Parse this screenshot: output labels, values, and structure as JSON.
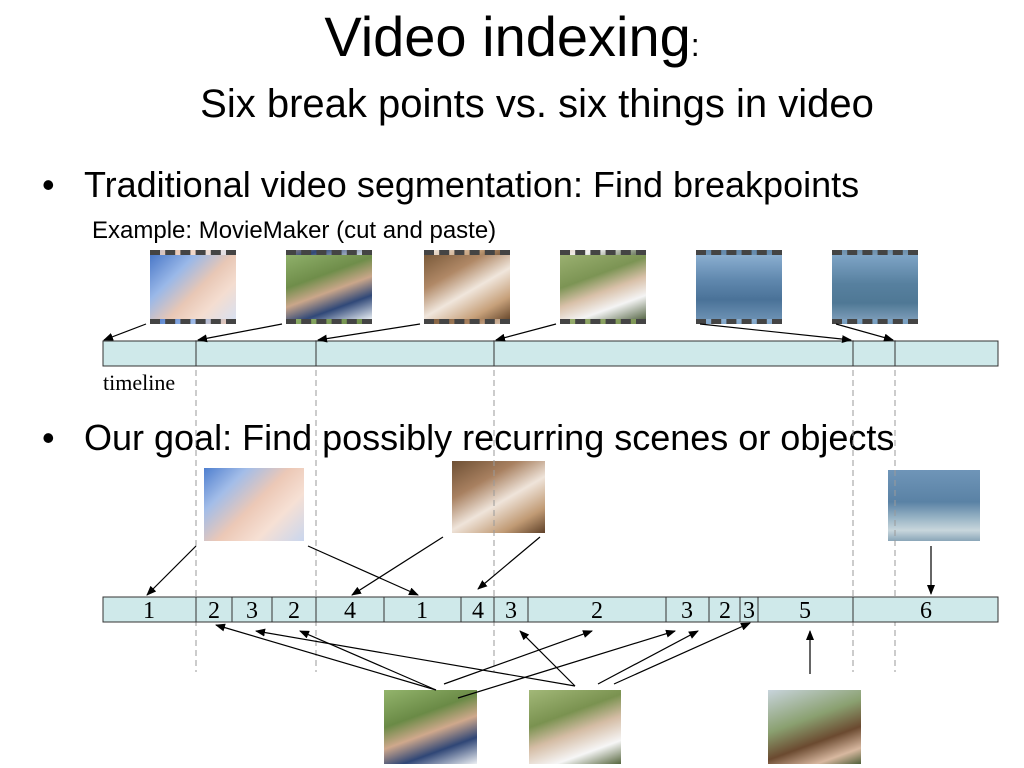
{
  "title": {
    "main": "Video indexing",
    "colon": ":",
    "subtitle": "Six break points vs. six things in video"
  },
  "bullets": [
    {
      "symbol": "•",
      "text": "Traditional video segmentation: Find breakpoints"
    },
    {
      "symbol": "•",
      "text": "Our goal: Find possibly recurring scenes or objects"
    }
  ],
  "example": "Example: MovieMaker (cut and paste)",
  "timeline_label": "timeline",
  "segments": [
    "1",
    "2",
    "3",
    "2",
    "4",
    "1",
    "4",
    "3",
    "2",
    "3",
    "2",
    "3",
    "5",
    "6"
  ],
  "colors": {
    "timeline_fill": "#cfe9ea",
    "timeline_stroke": "#333333",
    "guide": "#9a9a9a"
  }
}
